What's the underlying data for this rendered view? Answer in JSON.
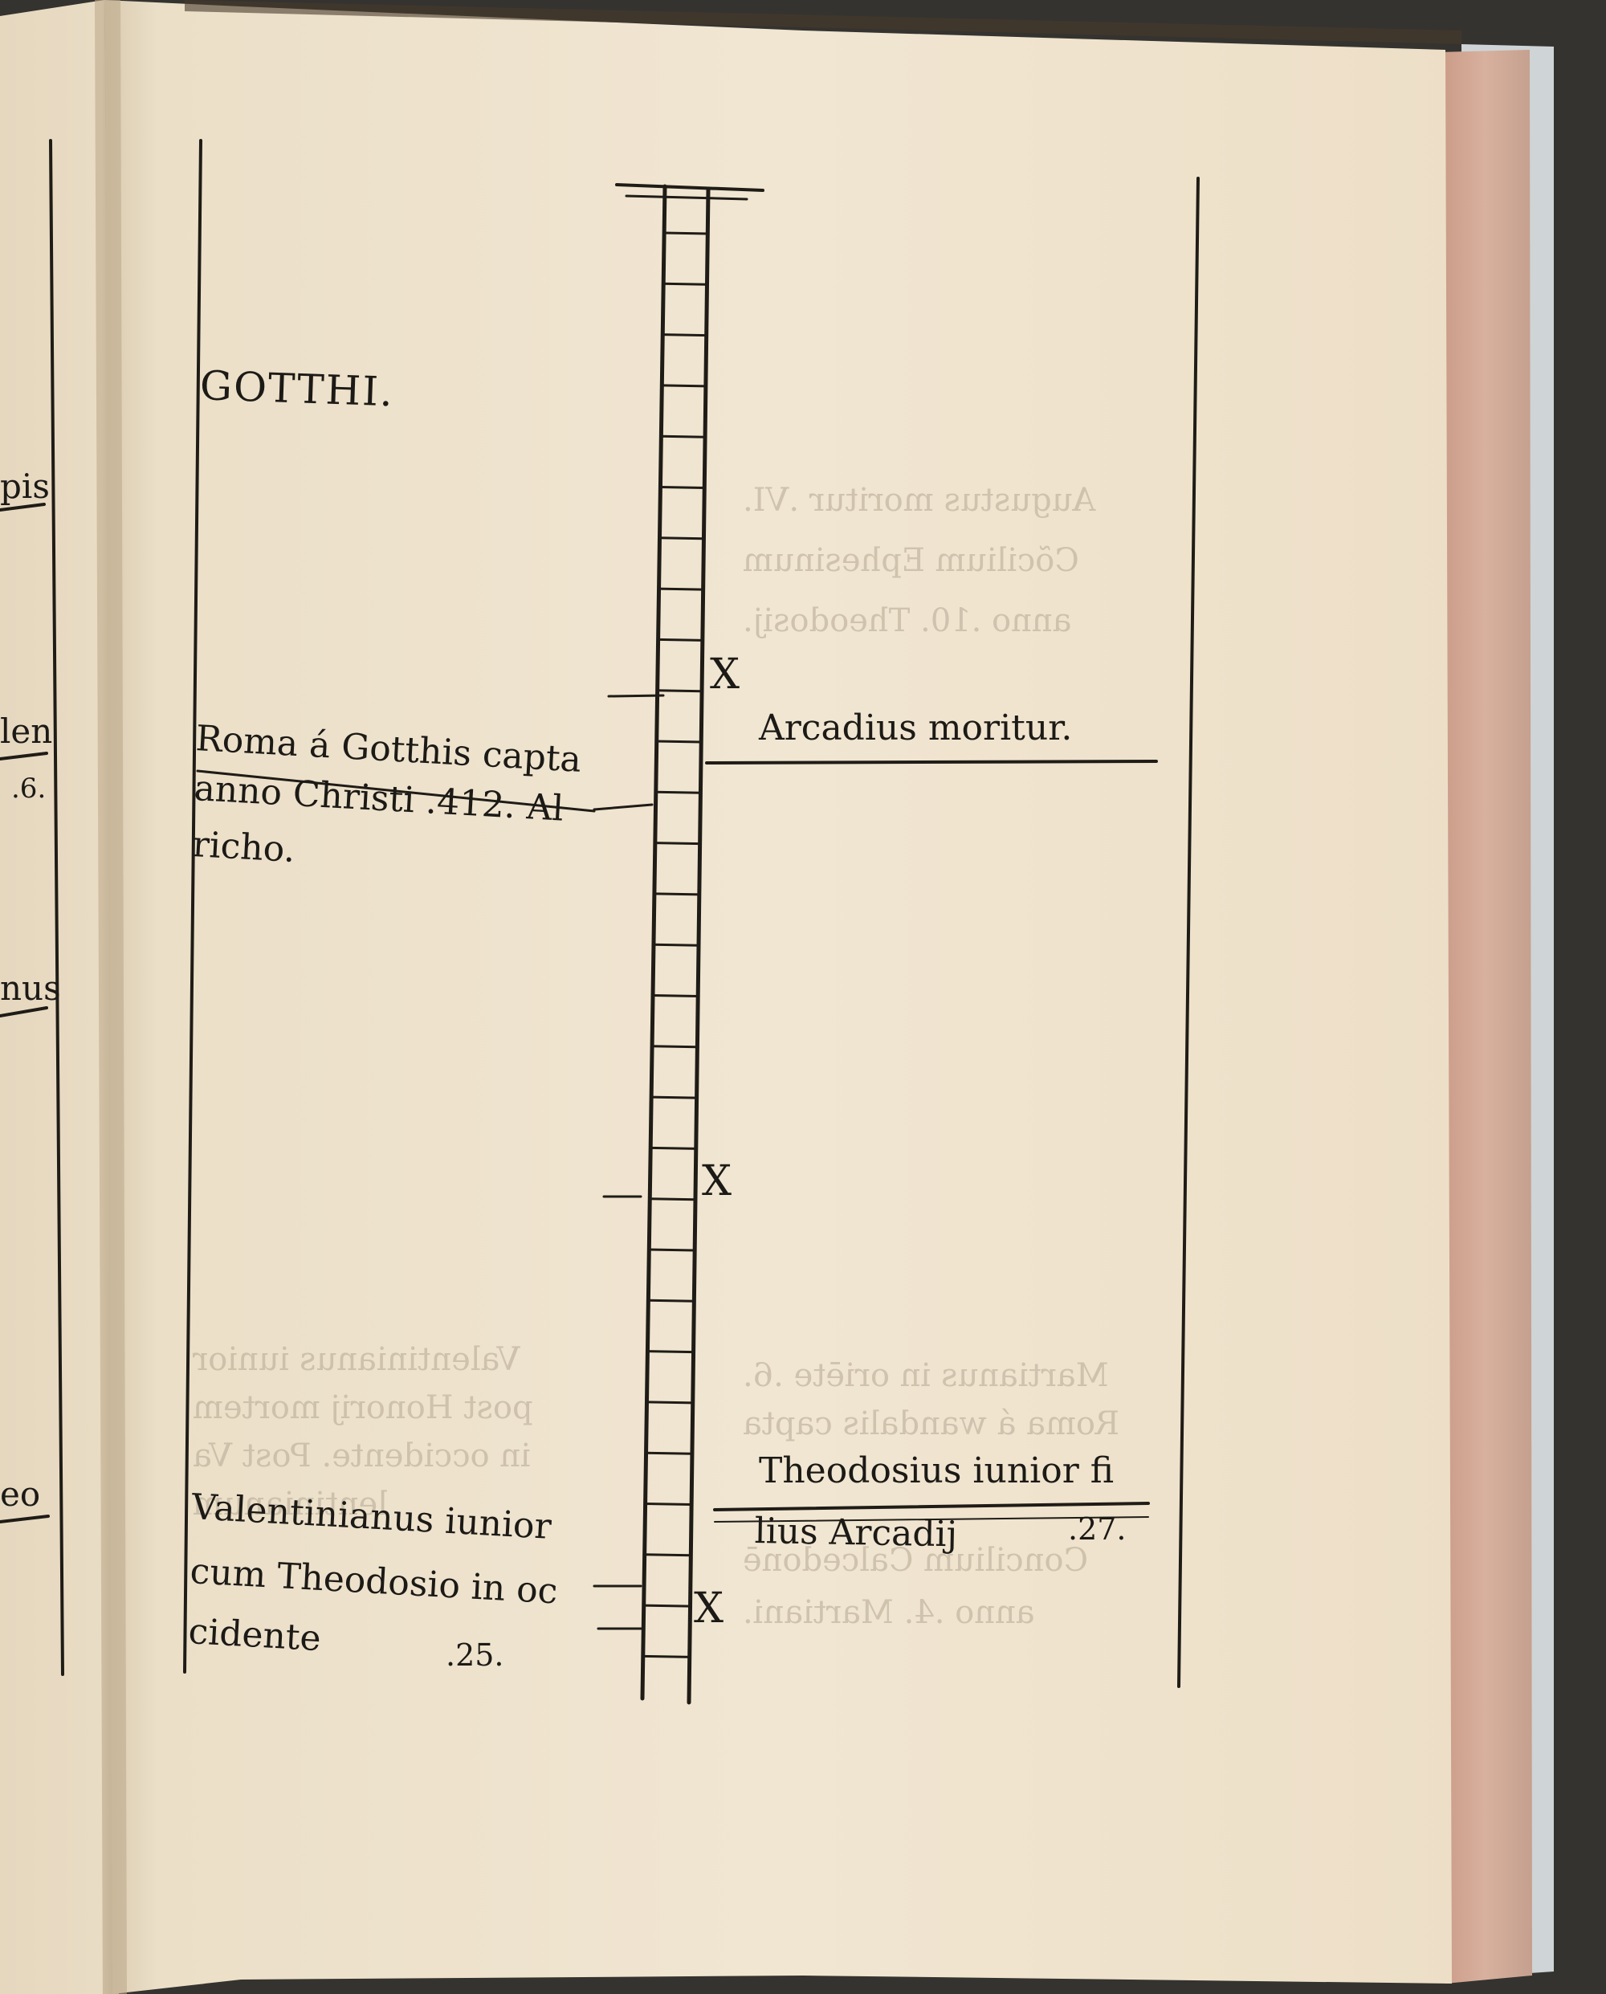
{
  "left_page_fragments": [
    "pis",
    "len",
    ".6.",
    "nus",
    "eo"
  ],
  "gothi": "GOTTHI.",
  "event_rome_line1": "Roma á Gotthis capta",
  "event_rome_line2": "anno Christi .412. Al",
  "event_rome_line3": "richo.",
  "arcadius": "Arcadius moritur.",
  "valentinian_line1": "Valentinianus iunior",
  "valentinian_line2": "cum Theodosio in oc",
  "valentinian_line3": "cidente",
  "valentinian_number": ".25.",
  "theodosius_line1": "Theodosius iunior fi",
  "theodosius_line2": "lius Arcadij",
  "theodosius_number": ".27.",
  "x_marks": [
    "X",
    "X",
    "X"
  ],
  "ghost_lines": [
    "Augustus moritur .VI.",
    "Cõcilium Ephesinum",
    "anno .10. Theodosij.",
    "Valentinianus iunior",
    "post Honorij mortem",
    "in occidente. Post Va",
    "lentinianum ",
    "Martianus in oriēte .6.",
    "Roma á wandalis capta",
    "Concilium Calcedonē",
    "anno .4. Martiani."
  ]
}
